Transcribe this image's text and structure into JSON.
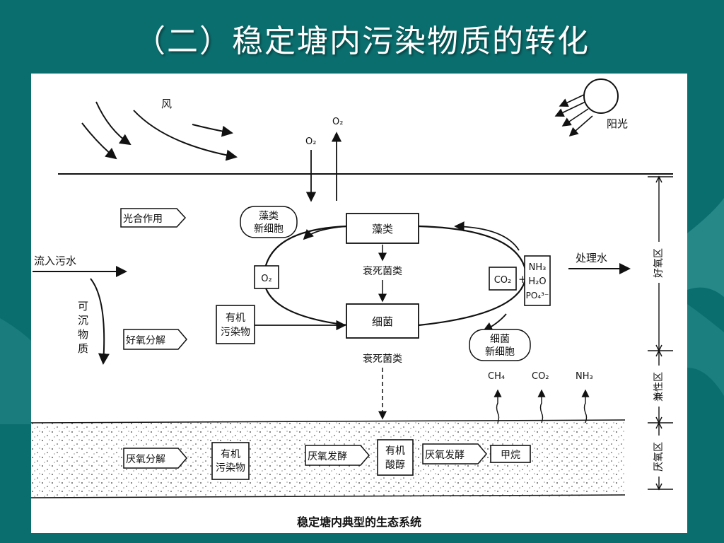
{
  "slide": {
    "title": "（二）稳定塘内污染物质的转化",
    "background": "#0b6e6e"
  },
  "diagram": {
    "caption": "稳定塘内典型的生态系统",
    "labels": {
      "wind": "风",
      "sunlight": "阳光",
      "o2_in": "O₂",
      "o2_out": "O₂",
      "photosynthesis": "光合作用",
      "algae_new_line1": "藻类",
      "algae_new_line2": "新细胞",
      "algae": "藻类",
      "dead_algae": "衰死菌类",
      "o2_box": "O₂",
      "inflow": "流入污水",
      "settleable": [
        "可",
        "沉",
        "物",
        "质"
      ],
      "organic_line1": "有机",
      "organic_line2": "污染物",
      "bacteria": "细菌",
      "co2_box": "CO₂",
      "plus": "+",
      "nutrients": [
        "NH₃",
        "H₂O",
        "PO₄³⁻"
      ],
      "treated_water": "处理水",
      "bacteria_new_line1": "细菌",
      "bacteria_new_line2": "新细胞",
      "aerobic_decomp": "好氧分解",
      "dead_bacteria": "衰死菌类",
      "gas_ch4": "CH₄",
      "gas_co2": "CO₂",
      "gas_nh3": "NH₃",
      "anaerobic_decomp": "厌氧分解",
      "sed_organic_line1": "有机",
      "sed_organic_line2": "污染物",
      "anaerobic_ferment_1": "厌氧发酵",
      "organic_acid_line1": "有机",
      "organic_acid_line2": "酸醇",
      "anaerobic_ferment_2": "厌氧发酵",
      "methane": "甲烷",
      "zone_aerobic": "好氧区",
      "zone_facultative": "兼性区",
      "zone_anaerobic": "厌氧区"
    }
  }
}
